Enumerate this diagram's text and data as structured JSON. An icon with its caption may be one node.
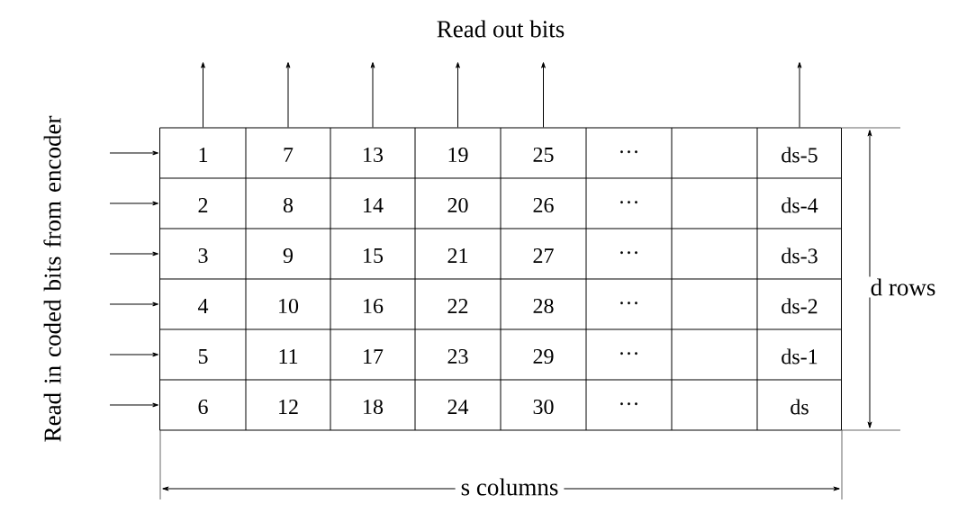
{
  "diagram": {
    "nodes": [
      {
        "text": [
          "Read out bits"
        ]
      },
      {
        "text": [],
        "shape": "box"
      }
    ],
    "edges": [
      {
        "from": 1,
        "to": null,
        "arrow": "to"
      },
      {
        "from": 1,
        "to": null,
        "arrow": "to"
      },
      {
        "from": 1,
        "to": null,
        "arrow": "to"
      },
      {
        "from": 1,
        "to": null,
        "arrow": "to"
      },
      {
        "from": 1,
        "to": null,
        "arrow": "to"
      },
      {
        "from": 1,
        "to": null,
        "arrow": "to"
      },
      {
        "from": null,
        "to": 1,
        "arrow": "to"
      },
      {
        "from": null,
        "to": 1,
        "arrow": "to"
      },
      {
        "from": null,
        "to": 1,
        "arrow": "to"
      },
      {
        "from": null,
        "to": 1,
        "arrow": "to"
      },
      {
        "from": null,
        "to": 1,
        "arrow": "to"
      },
      {
        "from": null,
        "to": 1,
        "arrow": "to"
      }
    ],
    "labels": [
      "Read in coded bits from encoder",
      "1",
      "7",
      "13",
      "19",
      "25",
      "···",
      "ds-5",
      "2",
      "8",
      "14",
      "20",
      "26",
      "···",
      "ds-4",
      "3",
      "9",
      "15",
      "21",
      "27",
      "···",
      "ds-3",
      "4",
      "10",
      "16",
      "22",
      "28",
      "···",
      "ds-2",
      "5",
      "11",
      "17",
      "23",
      "29",
      "···",
      "ds-1",
      "6",
      "12",
      "18",
      "24",
      "30",
      "···",
      "ds",
      "d rows",
      "s columns"
    ]
  }
}
